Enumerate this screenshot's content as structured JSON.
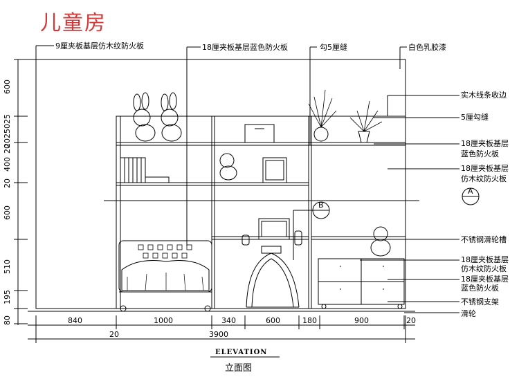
{
  "title": "儿童房",
  "labels_top": {
    "l1": "9厘夹板基层仿木纹防火板",
    "l2": "18厘夹板基层蓝色防火板",
    "l3": "勾5厘缝",
    "l4": "白色乳胶漆"
  },
  "labels_right": {
    "r1": "实木线条收边",
    "r2": "5厘勾缝",
    "r3a": "18厘夹板基层",
    "r3b": "蓝色防火板",
    "r4a": "18厘夹板基层",
    "r4b": "仿木纹防火板",
    "r5": "不锈钢滑轮槽",
    "r6a": "18厘夹板基层",
    "r6b": "仿木纹防火板",
    "r7a": "18厘夹板基层",
    "r7b": "蓝色防火板",
    "r8": "不锈钢支架",
    "r9": "滑轮"
  },
  "section_tags": {
    "a": "A",
    "b": "B"
  },
  "dims_horizontal": [
    "840",
    "1000",
    "340",
    "600",
    "180",
    "900",
    "20"
  ],
  "dims_total": {
    "left": "20",
    "total": "3900"
  },
  "dims_vertical": [
    "600",
    "2025025",
    "20",
    "400",
    "20",
    "600",
    "510",
    "195",
    "80"
  ],
  "elevation_label": "ELEVATION",
  "elevation_sub": "立面图",
  "colors": {
    "title": "#d23a3a",
    "line": "#000000"
  }
}
